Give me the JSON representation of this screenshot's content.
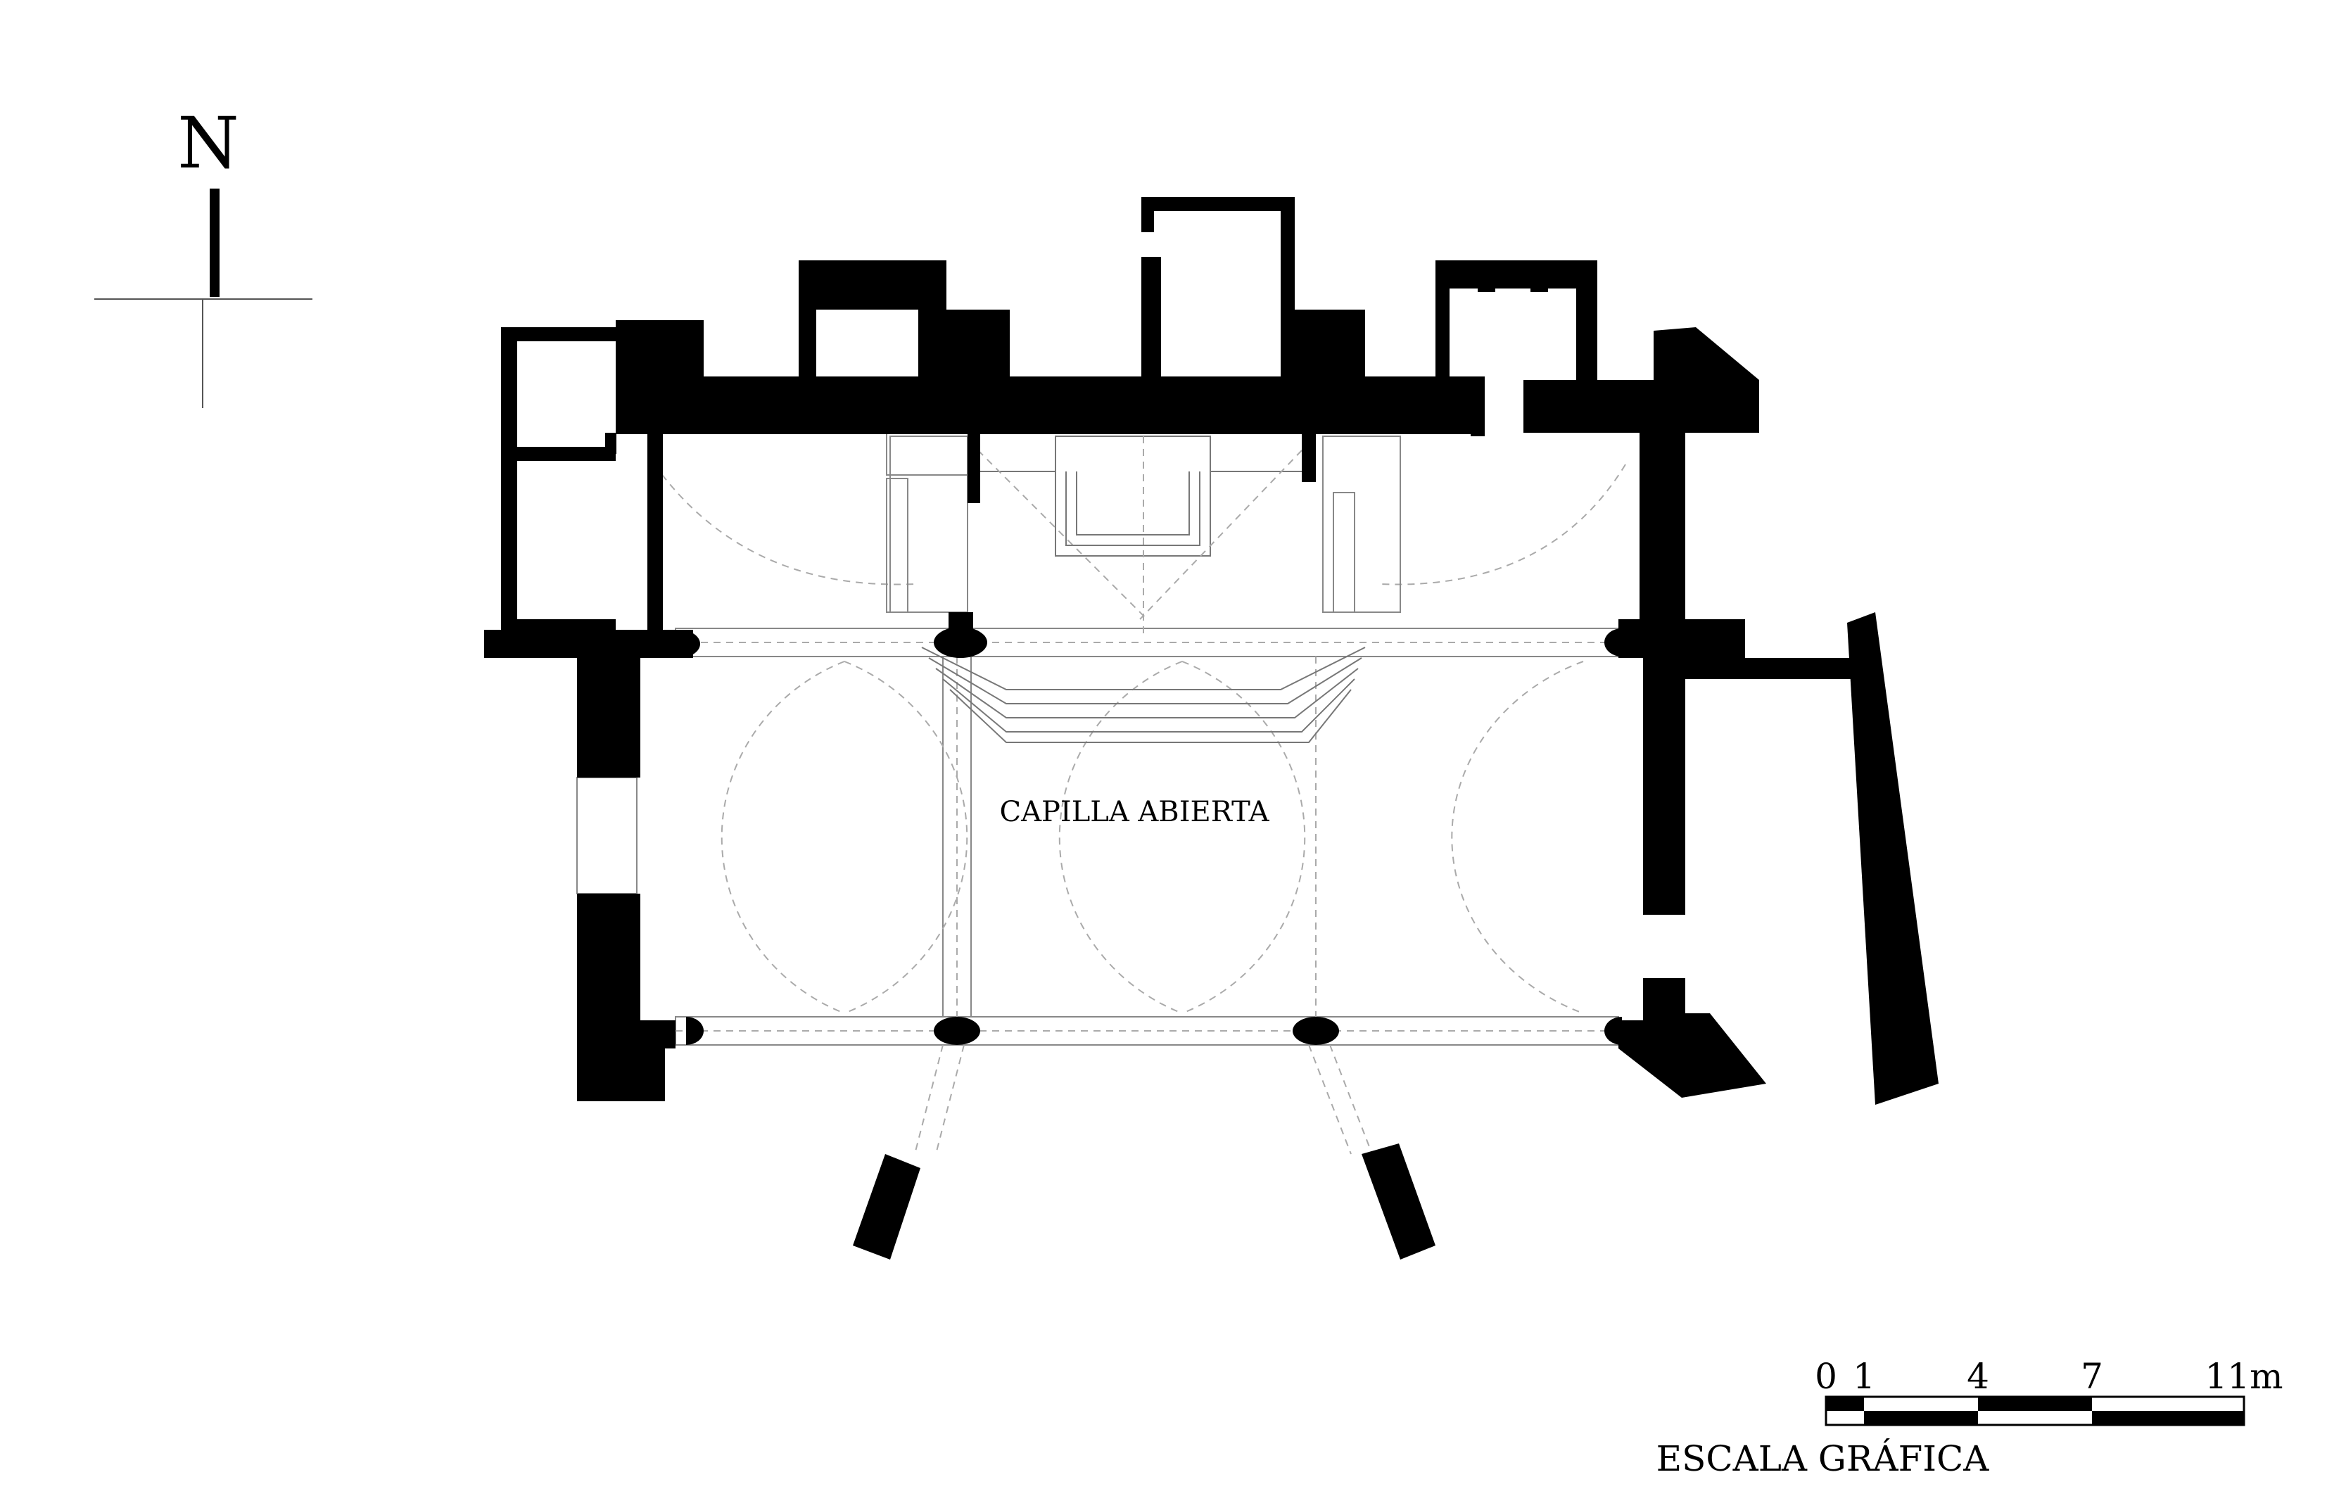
{
  "north_label": "N",
  "room_label": "CAPILLA ABIERTA",
  "scale": {
    "title": "ESCALA GRÁFICA",
    "ticks": [
      "0",
      "1",
      "4",
      "7",
      "11m"
    ],
    "tick_values_m": [
      0,
      1,
      4,
      7,
      11
    ]
  },
  "colors": {
    "wall": "#000000",
    "lines": "#888888",
    "background": "#ffffff"
  }
}
